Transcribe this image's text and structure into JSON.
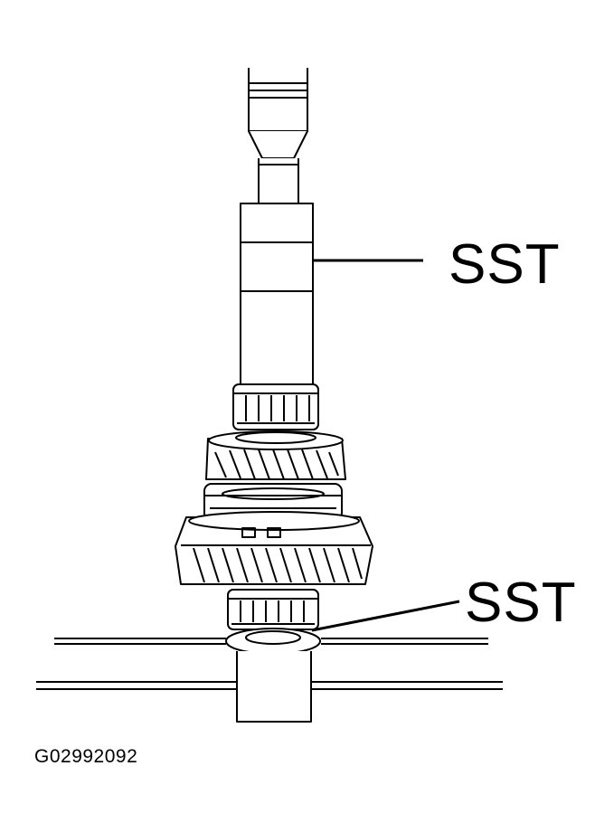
{
  "labels": {
    "sst_upper": "SST",
    "sst_lower": "SST"
  },
  "figure_code": "G02992092",
  "colors": {
    "ink": "#000000",
    "paper": "#ffffff"
  }
}
